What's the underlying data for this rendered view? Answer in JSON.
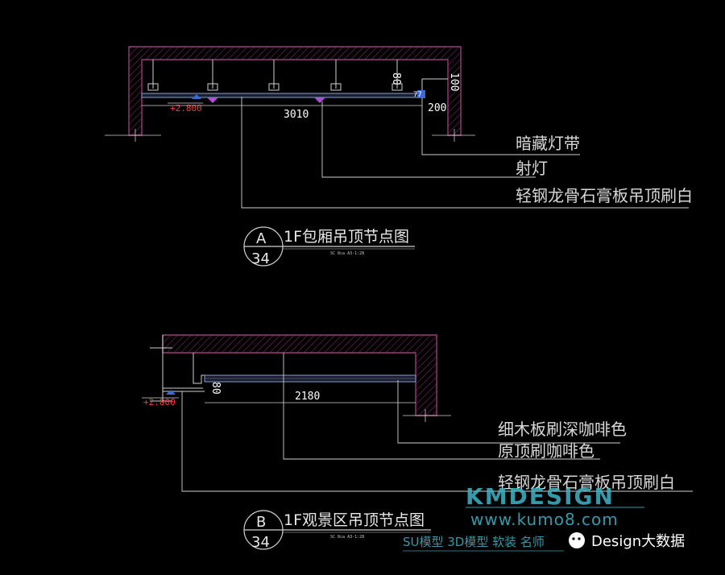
{
  "detail_a": {
    "bubble_letter": "A",
    "bubble_number": "34",
    "title": "1F包厢吊顶节点图",
    "scale_note": "SC 8ca A3-1:28",
    "dim_width": "3010",
    "dim_small_h1": "80",
    "dim_small_h2": "100",
    "dim_right": "200",
    "dim_tiny": "77",
    "elevation": "+2.800",
    "callouts": [
      "暗藏灯带",
      "射灯",
      "轻钢龙骨石膏板吊顶刷白"
    ]
  },
  "detail_b": {
    "bubble_letter": "B",
    "bubble_number": "34",
    "title": "1F观景区吊顶节点图",
    "scale_note": "SC 8ca A3-1:28",
    "dim_width": "2180",
    "dim_small_h": "80",
    "elevation": "+2.800",
    "callouts": [
      "细木板刷深咖啡色",
      "原顶刷咖啡色",
      "轻钢龙骨石膏板吊顶刷白"
    ]
  },
  "watermark": {
    "logo_text": "KMDESIGN",
    "url": "www.kumo8.com",
    "tagline": "SU模型 3D模型 软装 名师",
    "brand": "Design大数据"
  },
  "colors": {
    "background": "#000000",
    "slab_outline": "#9a3a78",
    "line_white": "#d0d0d0",
    "elevation_red": "#ff3b3b",
    "watermark_teal": "#3fb4c8"
  }
}
